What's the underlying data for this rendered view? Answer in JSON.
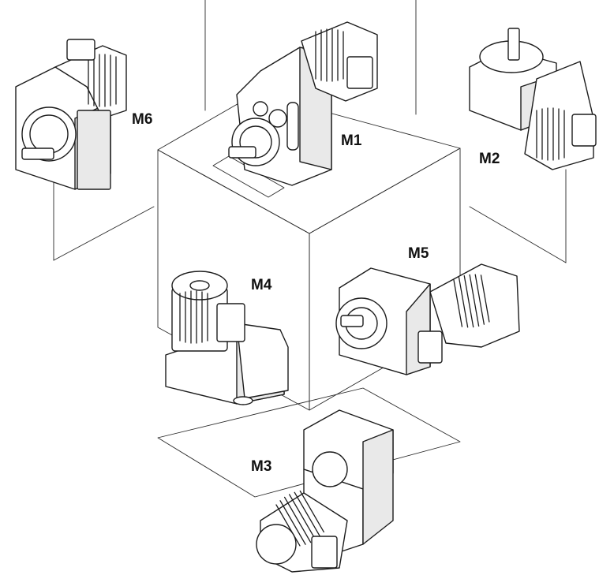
{
  "positions": [
    {
      "id": "M1",
      "label": "M1"
    },
    {
      "id": "M2",
      "label": "M2"
    },
    {
      "id": "M3",
      "label": "M3"
    },
    {
      "id": "M4",
      "label": "M4"
    },
    {
      "id": "M5",
      "label": "M5"
    },
    {
      "id": "M6",
      "label": "M6"
    }
  ]
}
